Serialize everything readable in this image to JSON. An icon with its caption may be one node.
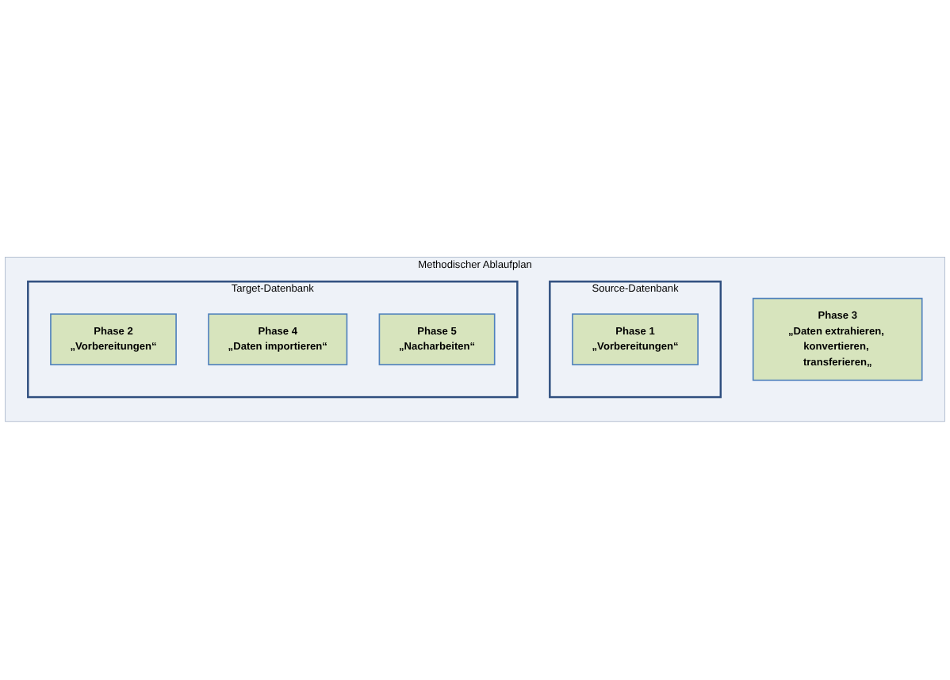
{
  "diagram": {
    "nodes": [
      {
        "text": [
          "Methodischer Ablaufplan"
        ]
      },
      {
        "text": [
          "Source-Datenbank"
        ],
        "in": 0
      },
      {
        "text": [
          "Target-Datenbank"
        ],
        "in": 0
      },
      {
        "text": [
          "Phase 1",
          "„Vorbereitungen“"
        ],
        "in": 1
      },
      {
        "text": [
          "Phase 2",
          "„Vorbereitungen“"
        ],
        "in": 2
      },
      {
        "text": [
          "Phase 3",
          "„Daten extrahieren, konvertieren, transferieren„"
        ],
        "in": 0
      },
      {
        "text": [
          "Phase 4",
          "„Daten importieren“"
        ],
        "in": 2
      },
      {
        "text": [
          "Phase 5",
          "„Nacharbeiten“"
        ],
        "in": 2
      }
    ],
    "edges": []
  }
}
